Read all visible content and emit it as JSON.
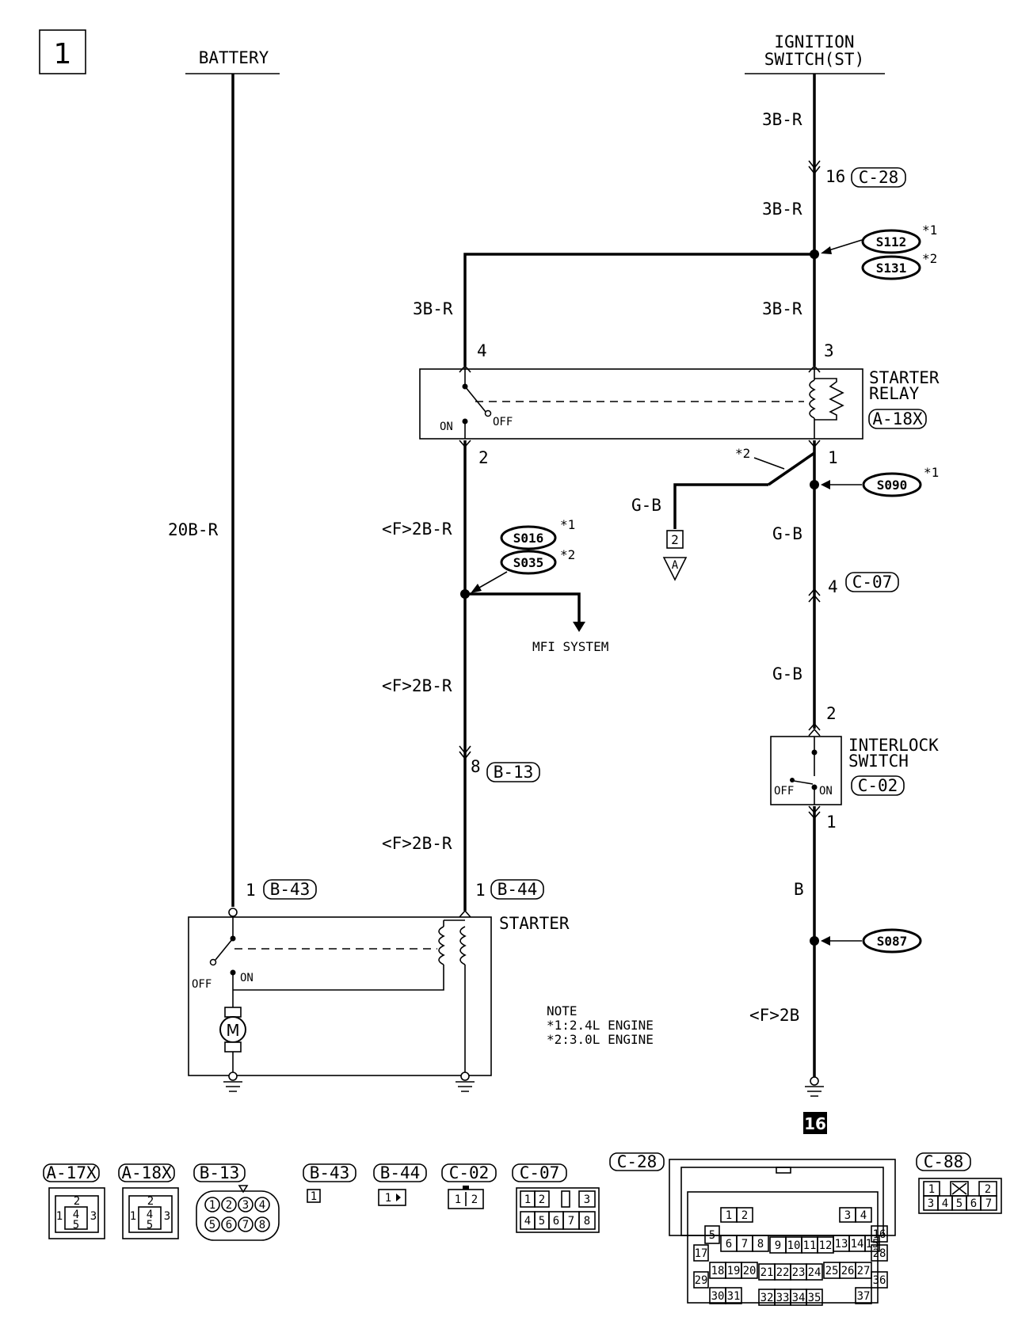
{
  "page_number": "1",
  "page_ref": "16",
  "sources": {
    "battery": "BATTERY",
    "ignition_line1": "IGNITION",
    "ignition_line2": "SWITCH(ST)"
  },
  "wires": {
    "battery_feed": "20B-R",
    "ign_1": "3B-R",
    "ign_2": "3B-R",
    "ign_3": "3B-R",
    "branch": "3B-R",
    "relay_out_1": "<F>2B-R",
    "relay_out_2": "<F>2B-R",
    "relay_out_3": "<F>2B-R",
    "gb_branch": "G-B",
    "gb_1": "G-B",
    "gb_2": "G-B",
    "ground_b": "B",
    "ground_f": "<F>2B"
  },
  "connectors": {
    "c28": {
      "pin": "16",
      "name": "C-28"
    },
    "c07": {
      "pin": "4",
      "name": "C-07"
    },
    "b13": {
      "pin": "8",
      "name": "B-13"
    },
    "b43": {
      "pin": "1",
      "name": "B-43"
    },
    "b44": {
      "pin": "1",
      "name": "B-44"
    },
    "a18x": "A-18X",
    "c02": "C-02"
  },
  "splices": {
    "s112": "S112",
    "s112_note": "*1",
    "s131": "S131",
    "s131_note": "*2",
    "s016": "S016",
    "s016_note": "*1",
    "s035": "S035",
    "s035_note": "*2",
    "s090": "S090",
    "s090_note": "*1",
    "s087": "S087",
    "diag_note": "*2"
  },
  "starter_relay": {
    "line1": "STARTER",
    "line2": "RELAY",
    "pin_in": "4",
    "pin_coil": "3",
    "pin_out": "2",
    "pin_gnd": "1",
    "on": "ON",
    "off": "OFF"
  },
  "interlock": {
    "line1": "INTERLOCK",
    "line2": "SWITCH",
    "pin_top": "2",
    "pin_bot": "1",
    "on": "ON",
    "off": "OFF"
  },
  "starter": {
    "label": "STARTER",
    "on": "ON",
    "off": "OFF",
    "motor": "M"
  },
  "mfi": "MFI SYSTEM",
  "offpage": {
    "pin": "2",
    "ref": "A"
  },
  "note": {
    "title": "NOTE",
    "line1": "*1:2.4L ENGINE",
    "line2": "*2:3.0L ENGINE"
  },
  "connector_views": {
    "a17x": {
      "name": "A-17X",
      "pins": [
        "2",
        "1",
        "4",
        "3",
        "5"
      ]
    },
    "a18x": {
      "name": "A-18X",
      "pins": [
        "2",
        "1",
        "4",
        "3",
        "5"
      ]
    },
    "b13": {
      "name": "B-13",
      "pins": [
        "1",
        "2",
        "3",
        "4",
        "5",
        "6",
        "7",
        "8"
      ]
    },
    "b43": {
      "name": "B-43",
      "pins": [
        "1"
      ]
    },
    "b44": {
      "name": "B-44",
      "pins": [
        "1"
      ]
    },
    "c02": {
      "name": "C-02",
      "pins": [
        "1",
        "2"
      ]
    },
    "c07": {
      "name": "C-07",
      "pins": [
        "1",
        "2",
        "3",
        "4",
        "5",
        "6",
        "7",
        "8"
      ]
    },
    "c28": {
      "name": "C-28",
      "pins": [
        "1",
        "2",
        "3",
        "4",
        "5",
        "6",
        "7",
        "8",
        "9",
        "10",
        "11",
        "12",
        "13",
        "14",
        "15",
        "16",
        "17",
        "18",
        "19",
        "20",
        "21",
        "22",
        "23",
        "24",
        "25",
        "26",
        "27",
        "28",
        "29",
        "30",
        "31",
        "32",
        "33",
        "34",
        "35",
        "36",
        "37"
      ]
    },
    "c88": {
      "name": "C-88",
      "pins": [
        "1",
        "2",
        "3",
        "4",
        "5",
        "6",
        "7"
      ]
    }
  }
}
